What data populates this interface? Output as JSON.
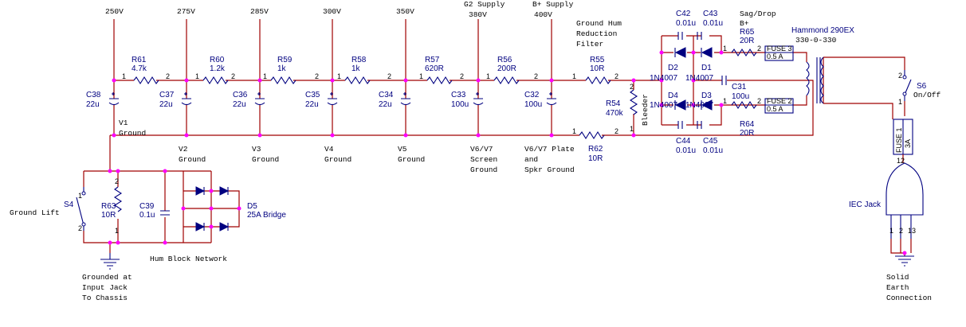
{
  "voltages": {
    "v250": "250V",
    "v275": "275V",
    "v285": "285V",
    "v300": "300V",
    "v350": "350V",
    "g2_supply": "G2 Supply",
    "v380": "380V",
    "bplus_supply": "B+ Supply",
    "v400": "400V"
  },
  "resistors": {
    "r61": {
      "ref": "R61",
      "val": "4.7k"
    },
    "r60": {
      "ref": "R60",
      "val": "1.2k"
    },
    "r59": {
      "ref": "R59",
      "val": "1k"
    },
    "r58": {
      "ref": "R58",
      "val": "1k"
    },
    "r57": {
      "ref": "R57",
      "val": "620R"
    },
    "r56": {
      "ref": "R56",
      "val": "200R"
    },
    "r55": {
      "ref": "R55",
      "val": "10R"
    },
    "r62": {
      "ref": "R62",
      "val": "10R"
    },
    "r54": {
      "ref": "R54",
      "val": "470k"
    },
    "r63": {
      "ref": "R63",
      "val": "10R"
    },
    "r65": {
      "ref": "R65",
      "val": "20R"
    },
    "r64": {
      "ref": "R64",
      "val": "20R"
    }
  },
  "capacitors": {
    "c38": {
      "ref": "C38",
      "val": "22u"
    },
    "c37": {
      "ref": "C37",
      "val": "22u"
    },
    "c36": {
      "ref": "C36",
      "val": "22u"
    },
    "c35": {
      "ref": "C35",
      "val": "22u"
    },
    "c34": {
      "ref": "C34",
      "val": "22u"
    },
    "c33": {
      "ref": "C33",
      "val": "100u"
    },
    "c32": {
      "ref": "C32",
      "val": "100u"
    },
    "c39": {
      "ref": "C39",
      "val": "0.1u"
    },
    "c31": {
      "ref": "C31",
      "val": "100u"
    },
    "c42": {
      "ref": "C42",
      "val": "0.01u"
    },
    "c43": {
      "ref": "C43",
      "val": "0.01u"
    },
    "c44": {
      "ref": "C44",
      "val": "0.01u"
    },
    "c45": {
      "ref": "C45",
      "val": "0.01u"
    }
  },
  "diodes": {
    "d1": "D1",
    "d2": "D2",
    "d3": "D3",
    "d4": "D4",
    "part": "1N4007"
  },
  "bridge": {
    "ref": "D5",
    "val": "25A Bridge"
  },
  "switches": {
    "s4": "S4",
    "s6": "S6",
    "s6_state": "On/Off"
  },
  "fuses": {
    "f3": "FUSE 3",
    "f3_val": "0.5 A",
    "f2": "FUSE 2",
    "f2_val": "0.5 A",
    "f1": "FUSE 1",
    "f1_val": "3A"
  },
  "transformer": {
    "name": "Hammond 290EX",
    "taps": "330-0-330"
  },
  "nodes": {
    "v1": "V1",
    "v2": "V2",
    "v3": "V3",
    "v4": "V4",
    "v5": "V5",
    "v6v7": "V6/V7",
    "v6v7p": "V6/V7 Plate"
  },
  "text": {
    "ground": "Ground",
    "screen": "Screen",
    "and": "and",
    "spkr_ground": "Spkr Ground",
    "ground_hum": "Ground Hum",
    "reduction": "Reduction",
    "filter": "Filter",
    "sag_drop": "Sag/Drop",
    "bplus": "B+",
    "bleeder": "Bleeder",
    "ground_lift": "Ground Lift",
    "hum_block": "Hum Block Network",
    "grounded_at": "Grounded at",
    "input_jack": "Input Jack",
    "to_chassis": "To Chassis",
    "iec_jack": "IEC Jack",
    "solid": "Solid",
    "earth": "Earth",
    "connection": "Connection"
  },
  "pins": {
    "p1": "1",
    "p2": "2",
    "p3": "3",
    "p12": "12",
    "p13": "13"
  }
}
